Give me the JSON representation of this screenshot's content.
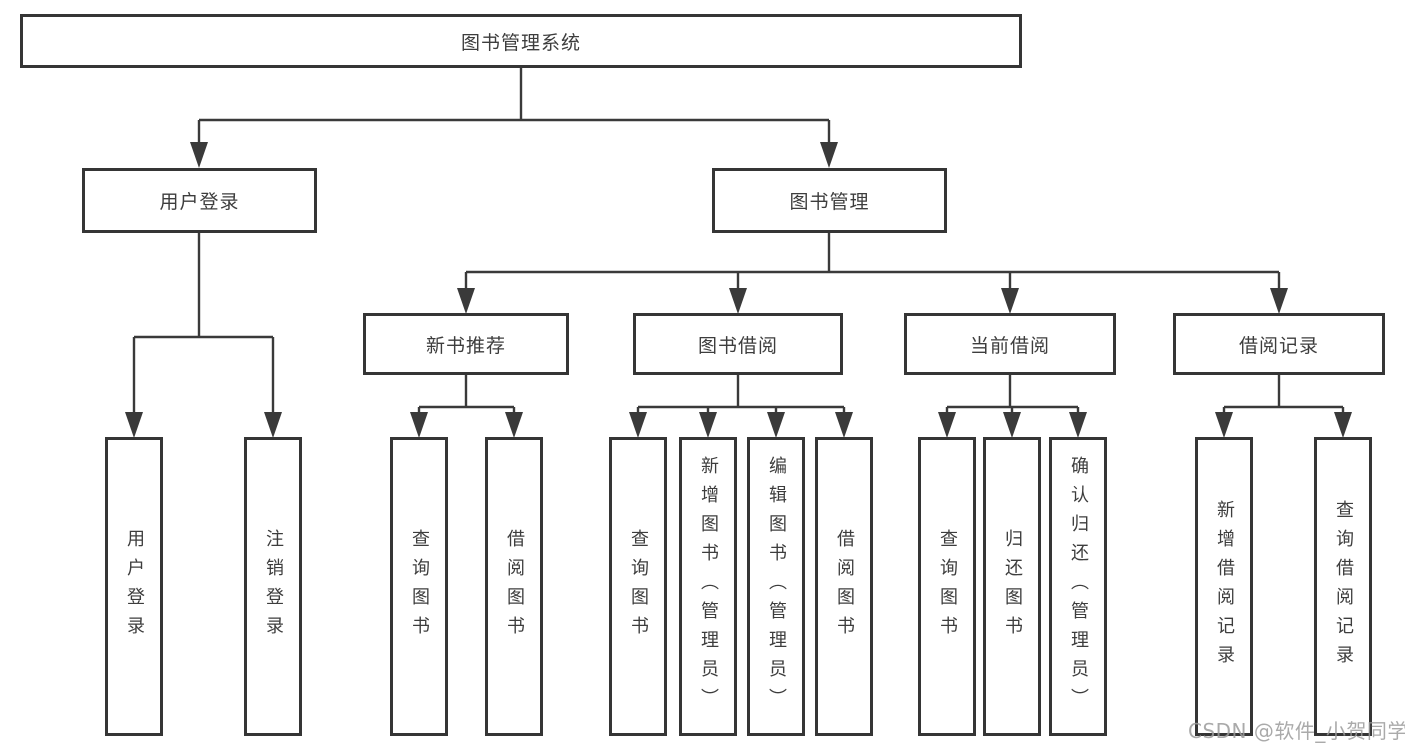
{
  "diagram": {
    "title": "图书管理系统",
    "tree": {
      "root": {
        "label": "图书管理系统",
        "children": [
          {
            "label": "用户登录",
            "children": [
              {
                "label": "用户登录"
              },
              {
                "label": "注销登录"
              }
            ]
          },
          {
            "label": "图书管理",
            "children": [
              {
                "label": "新书推荐",
                "children": [
                  {
                    "label": "查询图书"
                  },
                  {
                    "label": "借阅图书"
                  }
                ]
              },
              {
                "label": "图书借阅",
                "children": [
                  {
                    "label": "查询图书"
                  },
                  {
                    "label": "新增图书（管理员）"
                  },
                  {
                    "label": "编辑图书（管理员）"
                  },
                  {
                    "label": "借阅图书"
                  }
                ]
              },
              {
                "label": "当前借阅",
                "children": [
                  {
                    "label": "查询图书"
                  },
                  {
                    "label": "归还图书"
                  },
                  {
                    "label": "确认归还（管理员）"
                  }
                ]
              },
              {
                "label": "借阅记录",
                "children": [
                  {
                    "label": "新增借阅记录"
                  },
                  {
                    "label": "查询借阅记录"
                  }
                ]
              }
            ]
          }
        ]
      }
    }
  },
  "watermark": {
    "text": "CSDN @软件_小贺同学"
  },
  "colors": {
    "line": "#3a3a3a",
    "border": "#353535",
    "text": "#3d3d3d",
    "background": "#ffffff",
    "watermark": "#9c9c9c"
  }
}
